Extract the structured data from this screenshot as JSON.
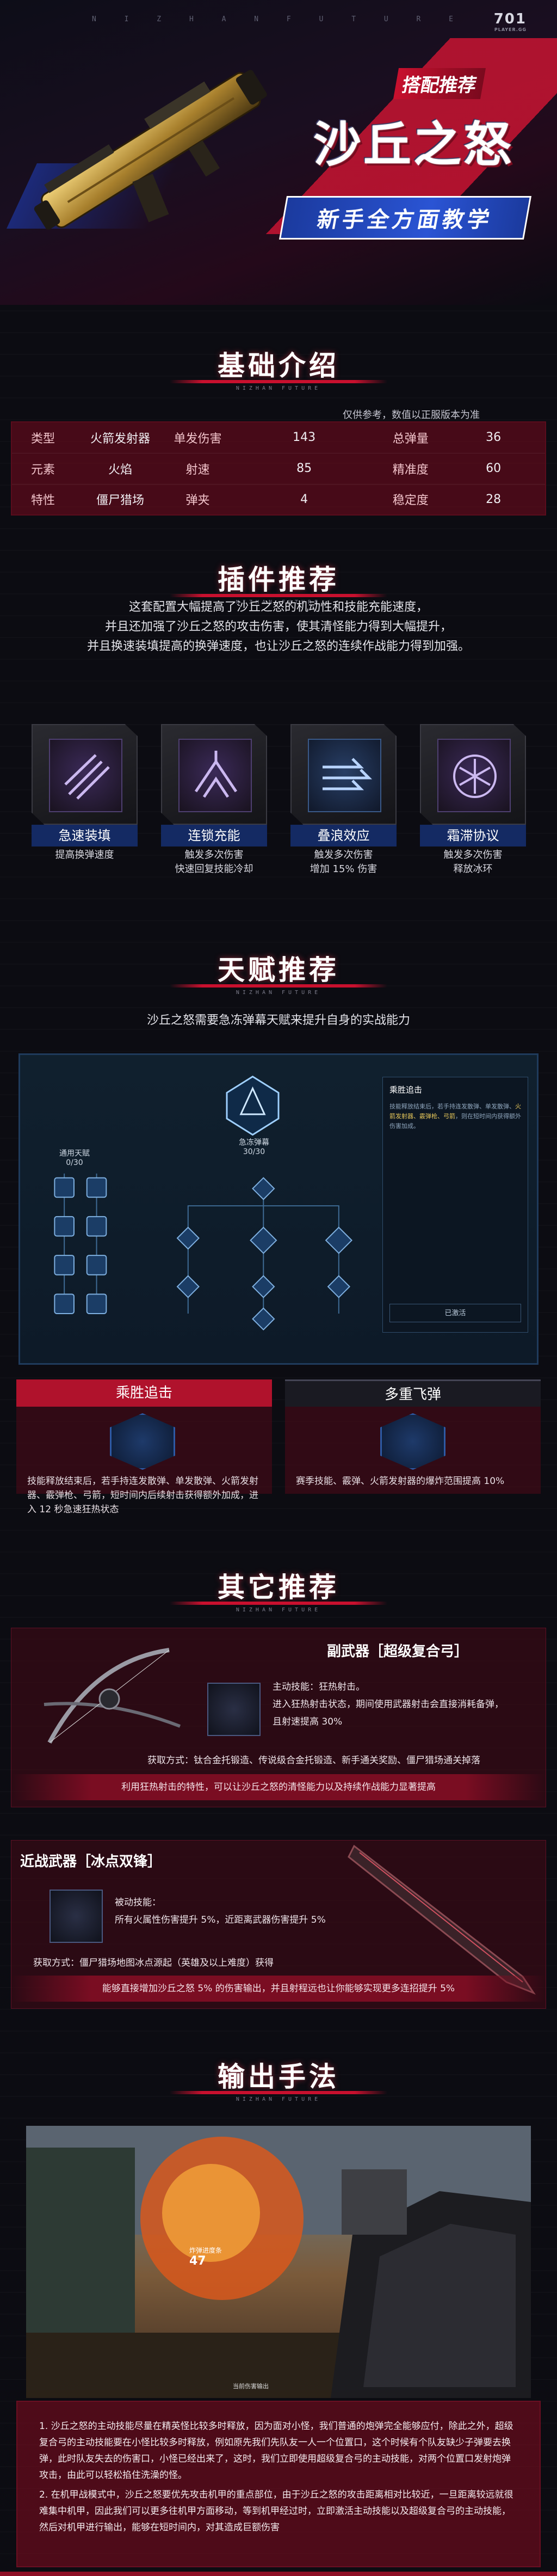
{
  "hero": {
    "topline": "N I Z H A N   F U T U R E",
    "logo": "701",
    "logo_sub": "PLAYER.GG",
    "tag": "搭配推荐",
    "title": "沙丘之怒",
    "subtitle": "新手全方面教学"
  },
  "sections": {
    "basic": "基础介绍",
    "plugins": "插件推荐",
    "talents": "天赋推荐",
    "others": "其它推荐",
    "output": "输出手法",
    "small": "NIZHAN FUTURE"
  },
  "basic": {
    "note": "仅供参考，数值以正服版本为准",
    "rows": [
      [
        {
          "k": "类型",
          "v": "火箭发射器"
        },
        {
          "k": "单发伤害",
          "v": "143"
        },
        {
          "k": "总弹量",
          "v": "36"
        }
      ],
      [
        {
          "k": "元素",
          "v": "火焰"
        },
        {
          "k": "射速",
          "v": "85"
        },
        {
          "k": "精准度",
          "v": "60"
        }
      ],
      [
        {
          "k": "特性",
          "v": "僵尸猎场"
        },
        {
          "k": "弹夹",
          "v": "4"
        },
        {
          "k": "稳定度",
          "v": "28"
        }
      ]
    ]
  },
  "plugins": {
    "desc_lines": [
      "这套配置大幅提高了沙丘之怒的机动性和技能充能速度，",
      "并且还加强了沙丘之怒的攻击伤害，使其清怪能力得到大幅提升，",
      "并且换速装填提高的换弹速度，也让沙丘之怒的连续作战能力得到加强。"
    ],
    "cards": [
      {
        "name": "急速装填",
        "desc": [
          "提高换弹速度"
        ]
      },
      {
        "name": "连锁充能",
        "desc": [
          "触发多次伤害",
          "快速回复技能冷却"
        ]
      },
      {
        "name": "叠浪效应",
        "desc": [
          "触发多次伤害",
          "增加 15% 伤害"
        ]
      },
      {
        "name": "霜滞协议",
        "desc": [
          "触发多次伤害",
          "释放冰环"
        ]
      }
    ]
  },
  "talents": {
    "desc": "沙丘之怒需要急冻弹幕天赋来提升自身的实战能力",
    "tree": {
      "left_title": "通用天赋",
      "left_count": "0/30",
      "main_title": "急冻弹幕",
      "main_count": "30/30",
      "panel_title": "乘胜追击",
      "panel_desc_a": "技能释放结束后，若手持连发散弹、单发散弹、",
      "panel_key": "火箭发射器、霰弹枪、弓箭",
      "panel_desc_b": "，则在短时间内获得额外伤害加成。",
      "panel_btn": "已激活"
    },
    "cards": [
      {
        "name": "乘胜追击",
        "text": "技能释放结束后，若手持连发散弹、单发散弹、火箭发射器、霰弹枪、弓箭，短时间内后续射击获得额外加成，进入 12 秒急速狂热状态"
      },
      {
        "name": "多重飞弹",
        "text": "赛季技能、霰弹、火箭发射器的爆炸范围提高 10%"
      }
    ]
  },
  "others": {
    "sub": {
      "title": "副武器［超级复合弓］",
      "effect": [
        "主动技能：狂热射击。",
        "进入狂热射击状态，期间使用武器射击会直接消耗备弹，",
        "且射速提高 30%"
      ],
      "getway": "获取方式：钛合金托锻造、传说级合金托锻造、新手通关奖励、僵尸猎场通关掉落",
      "bar": "利用狂热射击的特性，可以让沙丘之怒的清怪能力以及持续作战能力显著提高"
    },
    "melee": {
      "title": "近战武器［冰点双锋］",
      "effect": [
        "被动技能：",
        "所有火属性伤害提升 5%，近距离武器伤害提升 5%"
      ],
      "getway": "获取方式：僵尸猎场地图冰点源起（英雄及以上难度）获得",
      "bar": "能够直接增加沙丘之怒 5% 的伤害输出，并且射程远也让你能够实现更多连招提升 5%"
    }
  },
  "output": {
    "hud_left": "炸弹进度条",
    "hud_ammo": "47",
    "hud_status": "当前伤害输出",
    "points": [
      "1. 沙丘之怒的主动技能尽量在精英怪比较多时释放，因为面对小怪，我们普通的炮弹完全能够应付，除此之外，超级复合弓的主动技能要在小怪比较多时释放，例如原先我们先队友一人一个位置口，这个时候有个队友缺少子弹要去换弹，此时队友失去的伤害口，小怪已经出来了，这时，我们立即使用超级复合弓的主动技能，对两个位置口发射炮弹攻击，由此可以轻松掐住洗澡的怪。",
      "2. 在机甲战模式中，沙丘之怒要优先攻击机甲的重点部位，由于沙丘之怒的攻击距离相对比较近，一旦距离较远就很难集中机甲，因此我们可以更多往机甲方面移动，等到机甲经过时，立即激活主动技能以及超级复合弓的主动技能，然后对机甲进行输出，能够在短时间内，对其造成巨额伤害"
    ]
  }
}
